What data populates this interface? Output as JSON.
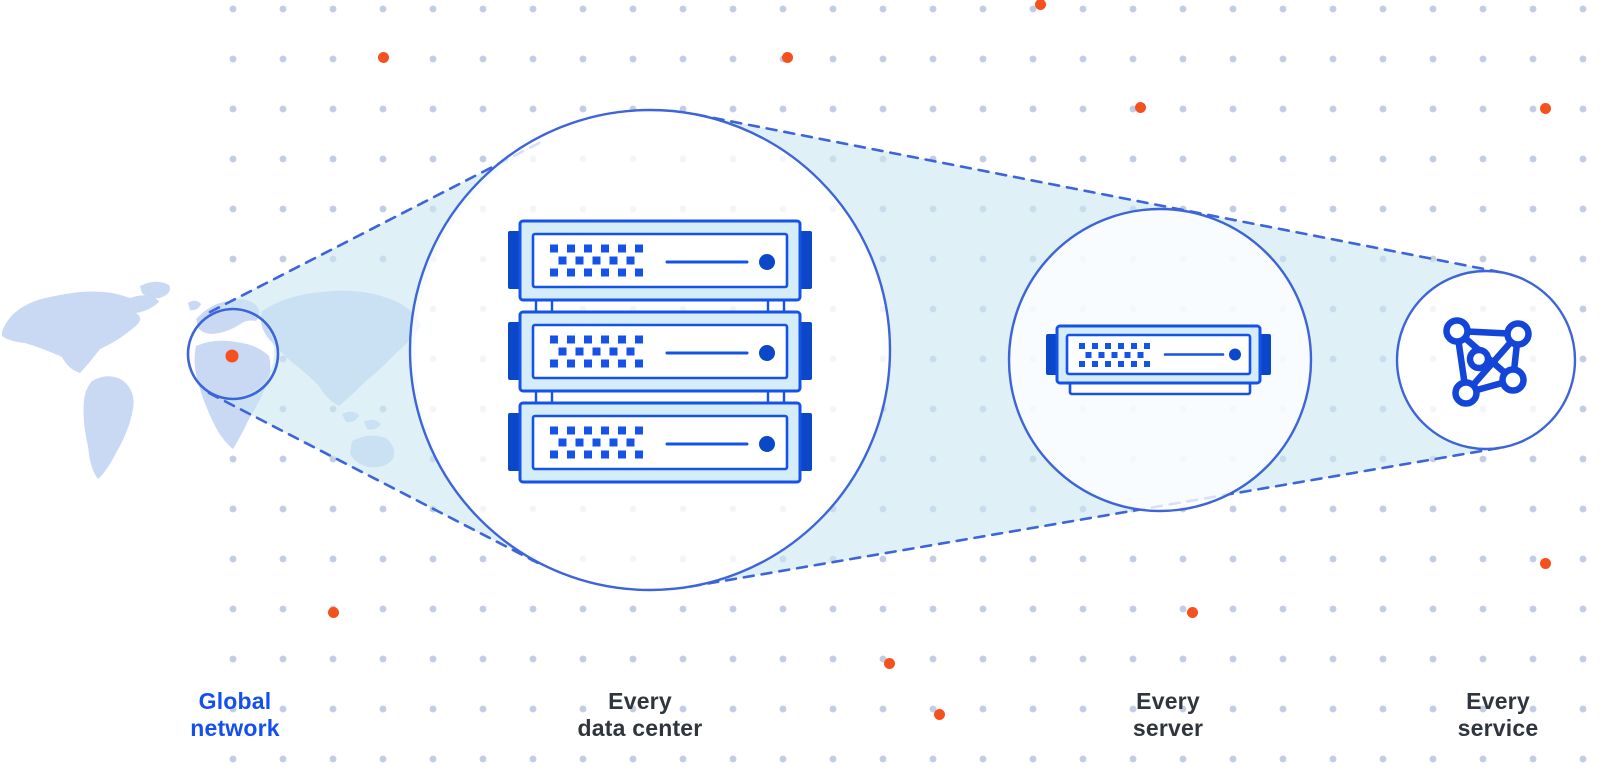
{
  "diagram_title": "",
  "stages": [
    {
      "id": "global-network",
      "label": "Global\nnetwork",
      "icon": "world-map-marker-icon",
      "emphasis": "blue"
    },
    {
      "id": "every-data-center",
      "label": "Every\ndata center",
      "icon": "server-stack-icon",
      "emphasis": "dark"
    },
    {
      "id": "every-server",
      "label": "Every\nserver",
      "icon": "server-icon",
      "emphasis": "dark"
    },
    {
      "id": "every-service",
      "label": "Every\nservice",
      "icon": "mesh-network-icon",
      "emphasis": "dark"
    }
  ],
  "colors": {
    "accent_orange": "#F5511E",
    "line_blue": "#3D64D8",
    "strong_blue": "#1552E8",
    "dark_blue": "#0B47C9",
    "icon_blue": "#1245D8",
    "light_server_fill": "#D5EDF8",
    "beam_fill": "#CBE7F2",
    "map_fill": "#C9D8F3",
    "grid_dot": "#C2CCE2",
    "label_dark": "#2F353D",
    "label_blue": "#1450F0",
    "canvas_bg": "#FFFFFF"
  }
}
